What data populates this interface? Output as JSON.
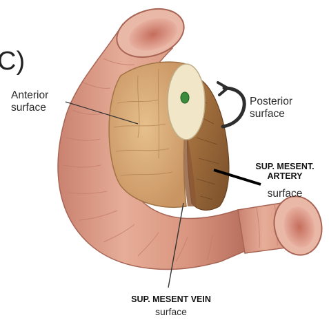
{
  "panel_letter": "C)",
  "labels": {
    "anterior_line1": "Anterior",
    "anterior_line2": "surface",
    "posterior_line1": "Posterior",
    "posterior_line2": "surface",
    "sma_line1": "SUP. MESENT.",
    "sma_line2": "ARTERY",
    "sma_line3": "surface",
    "smv_line1": "SUP. MESENT VEIN",
    "smv_line2": "surface"
  },
  "colors": {
    "duodenum_fill": "#d99a86",
    "duodenum_dark": "#b46e5e",
    "duodenum_light": "#efc3b2",
    "pancreas_front": "#d8ad7a",
    "pancreas_cut": "#f1e6c8",
    "pancreas_back": "#9a6a3c",
    "duct": "#3c8a3c"
  }
}
